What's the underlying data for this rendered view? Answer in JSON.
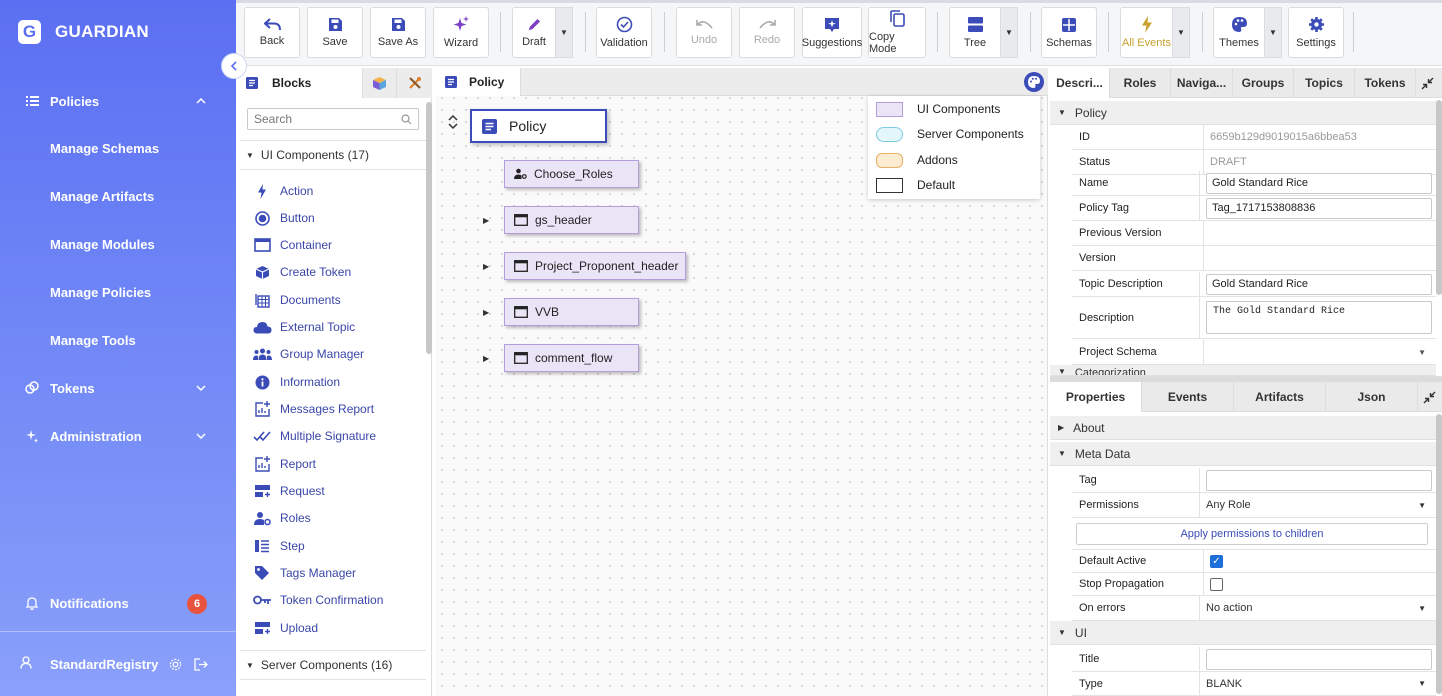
{
  "brand": {
    "name": "GUARDIAN",
    "logo_letter": "G"
  },
  "sidebar": {
    "policies": "Policies",
    "sub_items": [
      "Manage Schemas",
      "Manage Artifacts",
      "Manage Modules",
      "Manage Policies",
      "Manage Tools"
    ],
    "tokens": "Tokens",
    "administration": "Administration",
    "notifications": "Notifications",
    "notification_count": "6",
    "user": "StandardRegistry"
  },
  "toolbar": {
    "back": "Back",
    "save": "Save",
    "save_as": "Save As",
    "wizard": "Wizard",
    "draft": "Draft",
    "validation": "Validation",
    "undo": "Undo",
    "redo": "Redo",
    "suggestions": "Suggestions",
    "copy_mode": "Copy Mode",
    "tree": "Tree",
    "schemas": "Schemas",
    "all_events": "All Events",
    "themes": "Themes",
    "settings": "Settings"
  },
  "blocks_panel": {
    "tab_blocks": "Blocks",
    "search_placeholder": "Search",
    "ui_group": "UI Components (17)",
    "items": [
      "Action",
      "Button",
      "Container",
      "Create Token",
      "Documents",
      "External Topic",
      "Group Manager",
      "Information",
      "Messages Report",
      "Multiple Signature",
      "Report",
      "Request",
      "Roles",
      "Step",
      "Tags Manager",
      "Token Confirmation",
      "Upload"
    ],
    "server_group": "Server Components (16)"
  },
  "canvas": {
    "tab": "Policy",
    "root": "Policy",
    "nodes": [
      "Choose_Roles",
      "gs_header",
      "Project_Proponent_header",
      "VVB",
      "comment_flow"
    ]
  },
  "legend": {
    "ui": "UI Components",
    "server": "Server Components",
    "addons": "Addons",
    "default": "Default",
    "colors": {
      "ui": "#eae4f7",
      "server": "#e3f6fb",
      "addons": "#fdebd2",
      "default": "#ffffff"
    }
  },
  "top_panel": {
    "tabs": [
      "Descri...",
      "Roles",
      "Naviga...",
      "Groups",
      "Topics",
      "Tokens"
    ],
    "section": "Policy",
    "id_label": "ID",
    "id_value": "6659b129d9019015a6bbea53",
    "status_label": "Status",
    "status_value": "DRAFT",
    "name_label": "Name",
    "name_value": "Gold Standard Rice",
    "tag_label": "Policy Tag",
    "tag_value": "Tag_1717153808836",
    "prev_label": "Previous Version",
    "version_label": "Version",
    "topic_desc_label": "Topic Description",
    "topic_desc_value": "Gold Standard Rice",
    "desc_label": "Description",
    "desc_value": "The Gold Standard Rice",
    "schema_label": "Project Schema",
    "categorization": "Categorization"
  },
  "bottom_panel": {
    "tabs": [
      "Properties",
      "Events",
      "Artifacts",
      "Json"
    ],
    "about": "About",
    "meta": "Meta Data",
    "tag_label": "Tag",
    "permissions_label": "Permissions",
    "permissions_value": "Any Role",
    "apply_btn": "Apply permissions to children",
    "default_active_label": "Default Active",
    "stop_prop_label": "Stop Propagation",
    "on_errors_label": "On errors",
    "on_errors_value": "No action",
    "ui_section": "UI",
    "title_label": "Title",
    "type_label": "Type",
    "type_value": "BLANK"
  }
}
